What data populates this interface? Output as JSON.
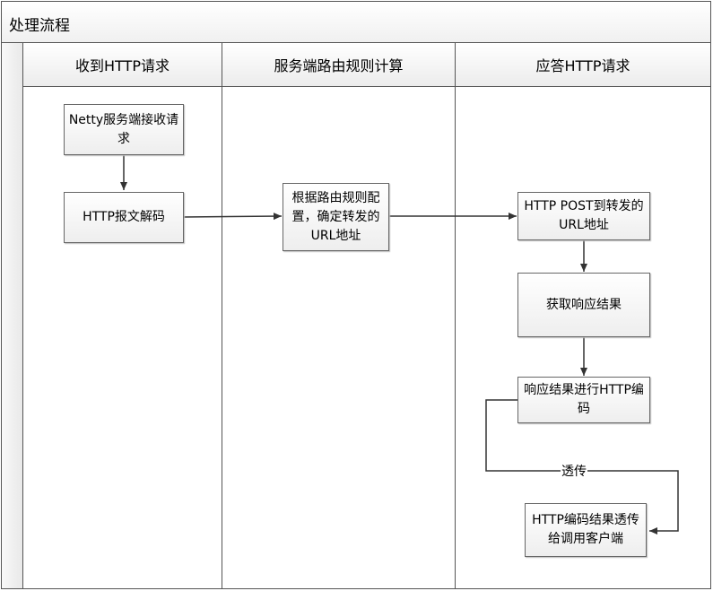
{
  "diagram": {
    "title": "处理流程",
    "lanes": [
      {
        "label": "收到HTTP请求"
      },
      {
        "label": "服务端路由规则计算"
      },
      {
        "label": "应答HTTP请求"
      }
    ],
    "nodes": {
      "receive_request": "Netty服务端接收请求",
      "http_decode": "HTTP报文解码",
      "route_config": "根据路由规则配置，确定转发的URL地址",
      "http_post_forward": "HTTP POST到转发的URL地址",
      "get_response": "获取响应结果",
      "encode_response": "响应结果进行HTTP编码",
      "pass_through": "HTTP编码结果透传给调用客户端"
    },
    "edges": {
      "passthrough_label": "透传"
    }
  }
}
